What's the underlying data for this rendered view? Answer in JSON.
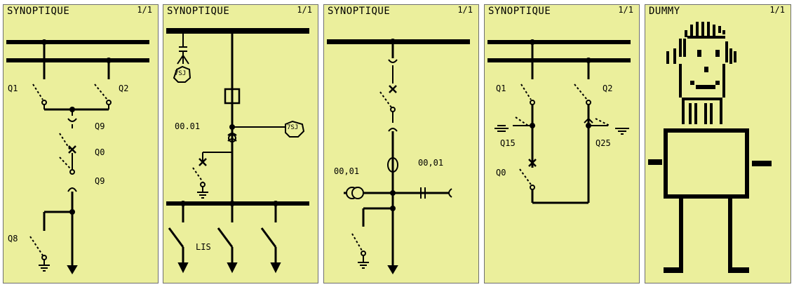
{
  "panels": [
    {
      "title": "SYNOPTIQUE",
      "page": "1/1",
      "labels": {
        "q1": "Q1",
        "q2": "Q2",
        "q9a": "Q9",
        "q0": "Q0",
        "q9b": "Q9",
        "q8": "Q8"
      }
    },
    {
      "title": "SYNOPTIQUE",
      "page": "1/1",
      "labels": {
        "relay_top": "7SJ",
        "value": "00.01",
        "relay_right": "7SJ",
        "lis": "LIS"
      }
    },
    {
      "title": "SYNOPTIQUE",
      "page": "1/1",
      "labels": {
        "left_value": "00,01",
        "right_value": "00,01"
      }
    },
    {
      "title": "SYNOPTIQUE",
      "page": "1/1",
      "labels": {
        "q1": "Q1",
        "q2": "Q2",
        "q15": "Q15",
        "q25": "Q25",
        "q0": "Q0"
      }
    },
    {
      "title": "DUMMY",
      "page": "1/1"
    }
  ],
  "colors": {
    "panel_bg": "#ebef9c",
    "ink": "#000000",
    "border": "#6f6f6f"
  }
}
